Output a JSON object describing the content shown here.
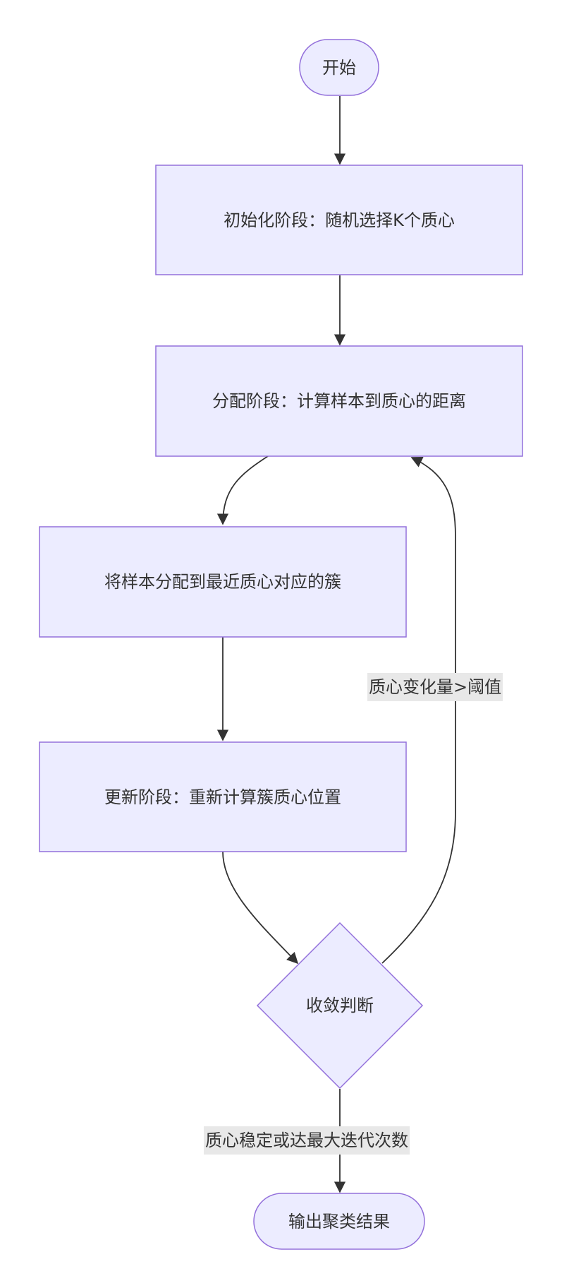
{
  "nodes": {
    "start": "开始",
    "init": "初始化阶段：随机选择K个质心",
    "assign": "分配阶段：计算样本到质心的距离",
    "assign_cluster": "将样本分配到最近质心对应的簇",
    "update": "更新阶段：重新计算簇质心位置",
    "converge": "收敛判断",
    "output": "输出聚类结果"
  },
  "edges": {
    "loop_label": "质心变化量>阈值",
    "done_label": "质心稳定或达最大迭代次数"
  },
  "colors": {
    "node_fill": "#ECECFF",
    "node_stroke": "#9370DB",
    "edge": "#333333",
    "label_bg": "#e8e8e8"
  }
}
